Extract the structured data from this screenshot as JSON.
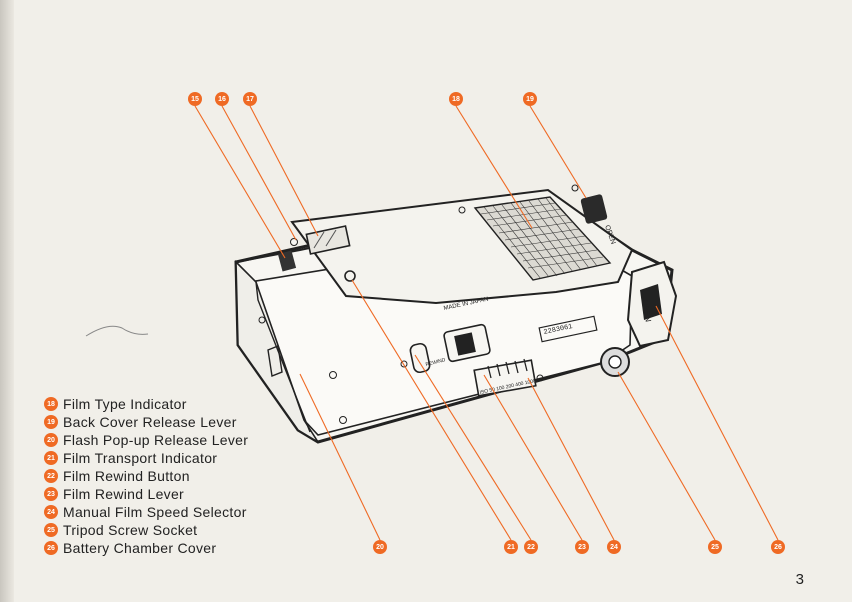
{
  "legend": [
    {
      "num": "18",
      "label": "Film Type Indicator"
    },
    {
      "num": "19",
      "label": "Back Cover Release Lever"
    },
    {
      "num": "20",
      "label": "Flash Pop-up Release Lever"
    },
    {
      "num": "21",
      "label": "Film Transport Indicator"
    },
    {
      "num": "22",
      "label": "Film Rewind Button"
    },
    {
      "num": "23",
      "label": "Film Rewind Lever"
    },
    {
      "num": "24",
      "label": "Manual Film Speed Selector"
    },
    {
      "num": "25",
      "label": "Tripod Screw Socket"
    },
    {
      "num": "26",
      "label": "Battery Chamber Cover"
    }
  ],
  "callouts": [
    "15",
    "16",
    "17",
    "18",
    "19",
    "20",
    "21",
    "22",
    "23",
    "24",
    "25",
    "26"
  ],
  "camera_labels": {
    "open": "OPEN",
    "rewind": "REWIND",
    "serial": "2283061",
    "made_in": "MADE IN JAPAN",
    "iso": "ISO 50 100 200 400 1000"
  },
  "page_number": "3",
  "colors": {
    "accent": "#ef6a24",
    "ink": "#222222",
    "paper": "#f1efe9"
  }
}
